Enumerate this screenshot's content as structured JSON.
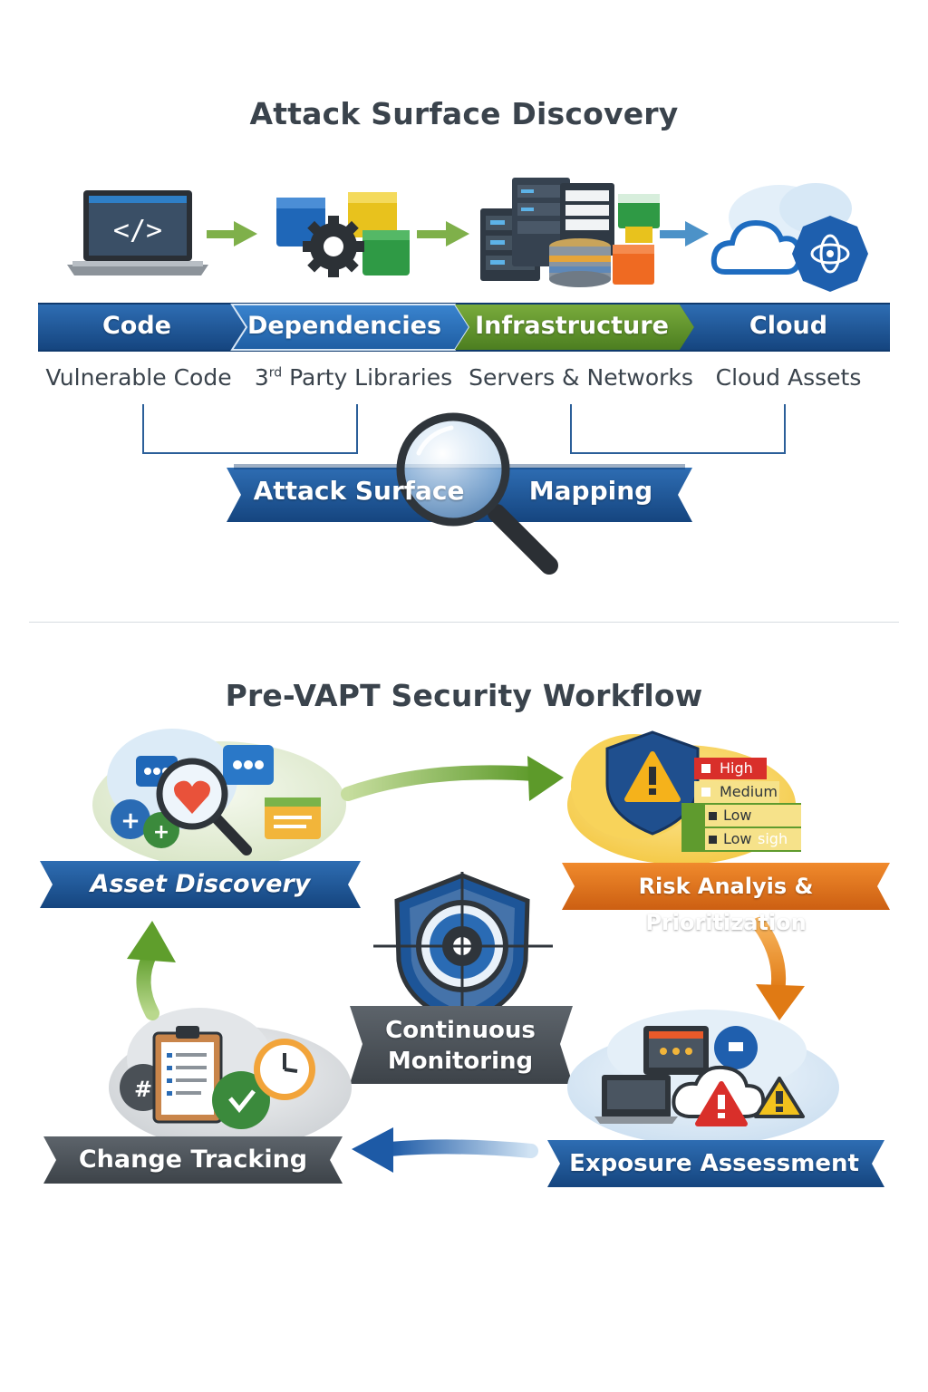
{
  "discovery": {
    "title": "Attack Surface Discovery",
    "stages": [
      {
        "label": "Code",
        "sub": "Vulnerable Code",
        "icon": "laptop-code-icon",
        "color": "#1d5598"
      },
      {
        "label": "Dependencies",
        "sub_sup": "rd",
        "sub_pre": "3",
        "sub_post": " Party Libraries",
        "icon": "package-gear-icon",
        "color": "#2b6fb5"
      },
      {
        "label": "Infrastructure",
        "sub": "Servers & Networks",
        "icon": "server-rack-icon",
        "color": "#5c8f2a"
      },
      {
        "label": "Cloud",
        "sub": "Cloud Assets",
        "icon": "cloud-icon",
        "color": "#1d5598"
      }
    ],
    "mapping_left": "Attack Surface",
    "mapping_right": "Mapping"
  },
  "workflow": {
    "title": "Pre-VAPT Security Workflow",
    "center": {
      "line1": "Continuous",
      "line2": "Monitoring",
      "icon": "target-shield-icon"
    },
    "steps": {
      "asset_discovery": {
        "label": "Asset Discovery",
        "icon": "magnifier-heart-icon",
        "color": "#1d4f8f"
      },
      "risk_analysis": {
        "label": "Risk Analyis & Prioritization",
        "icon": "warning-shield-icon",
        "color": "#e0711c"
      },
      "exposure_assessment": {
        "label": "Exposure Assessment",
        "icon": "cloud-warning-icon",
        "color": "#1d5aa6"
      },
      "change_tracking": {
        "label": "Change Tracking",
        "icon": "clipboard-clock-icon",
        "color": "#4a5056"
      }
    },
    "risk_levels": [
      "High",
      "Medium",
      "Low",
      "Low"
    ],
    "risk_overlay": "sigh"
  },
  "colors": {
    "accent_blue": "#1d5598",
    "green": "#6aa33a",
    "orange": "#e0711c",
    "gray": "#4a5056"
  }
}
